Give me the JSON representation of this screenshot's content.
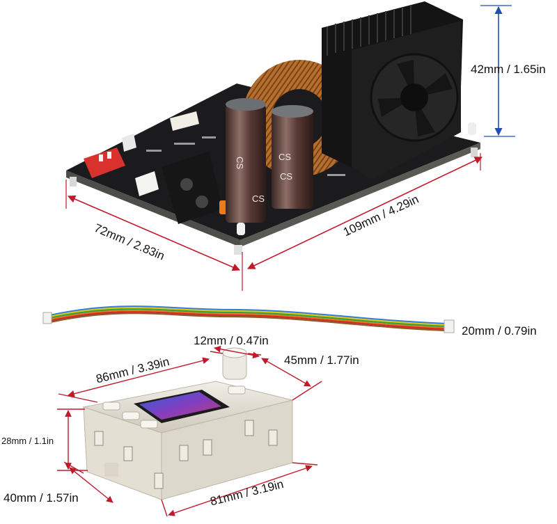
{
  "board": {
    "capacitor_text_1": "CS",
    "capacitor_text_2": "CS",
    "capacitor_text_3": "CS",
    "capacitor_text_4": "CS"
  },
  "dimensions": {
    "fan_height": "42mm / 1.65in",
    "board_width": "72mm / 2.83in",
    "board_length": "109mm / 4.29in",
    "cable_length": "20mm / 0.79in",
    "knob_diameter": "12mm / 0.47in",
    "panel_width": "86mm / 3.39in",
    "panel_depth": "45mm / 1.77in",
    "panel_height": "28mm / 1.1in",
    "panel_side": "40mm / 1.57in",
    "panel_bottom": "81mm / 3.19in"
  },
  "colors": {
    "dimension_line": "#c0192b",
    "fan_dimension_line": "#1f4fb4",
    "pcb": "#1b1b1d",
    "copper": "#b86a2a",
    "case": "#e6e1d6"
  }
}
